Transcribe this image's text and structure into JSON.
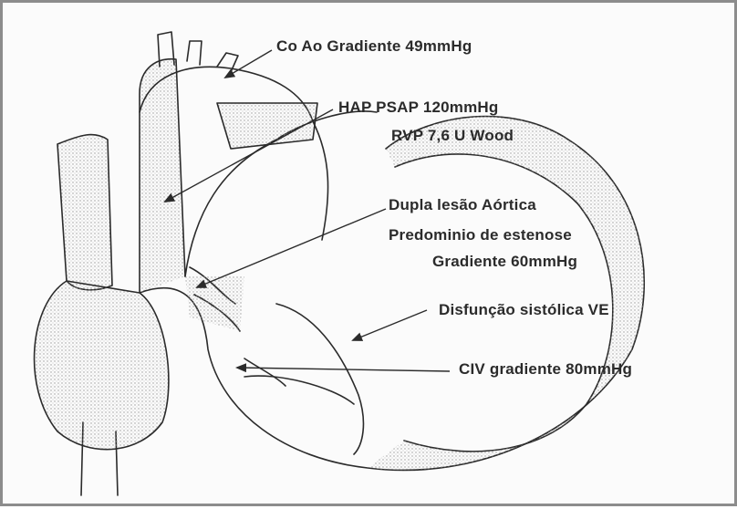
{
  "annotations": {
    "coarctation": "Co Ao  Gradiente 49mmHg",
    "hap_line1": "HAP  PSAP 120mmHg",
    "hap_line2": "RVP 7,6 U Wood",
    "aortic_line1": "Dupla lesão Aórtica",
    "aortic_line2": "Predominio de estenose",
    "aortic_line3": "Gradiente 60mmHg",
    "lv_dysfunction": "Disfunção sistólica VE",
    "civ": "CIV  gradiente 80mmHg"
  },
  "colors": {
    "border": "#8c8c8c",
    "line": "#2b2b2b",
    "stipple": "#9a9a9a",
    "background": "#fbfbfb"
  }
}
